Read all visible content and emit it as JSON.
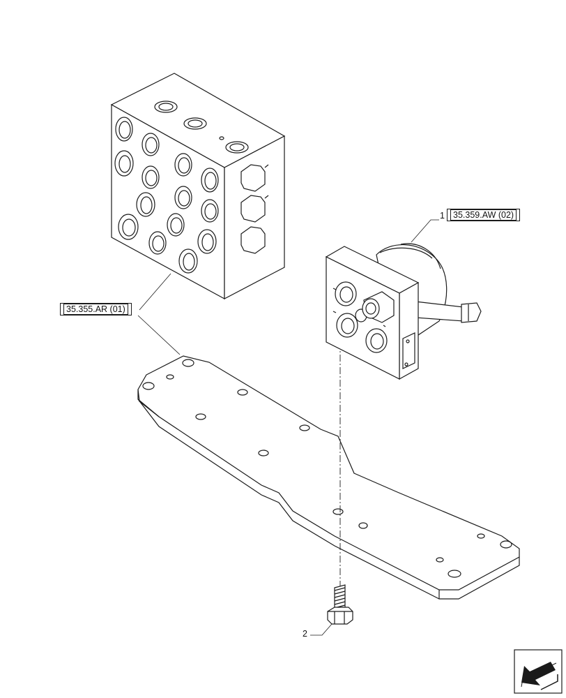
{
  "callouts": {
    "item1_number": "1",
    "item1_ref": "35.359.AW (02)",
    "item2_number": "2",
    "valve_ref": "35.355.AR (01)"
  },
  "nav_icon": "arrow-icon"
}
